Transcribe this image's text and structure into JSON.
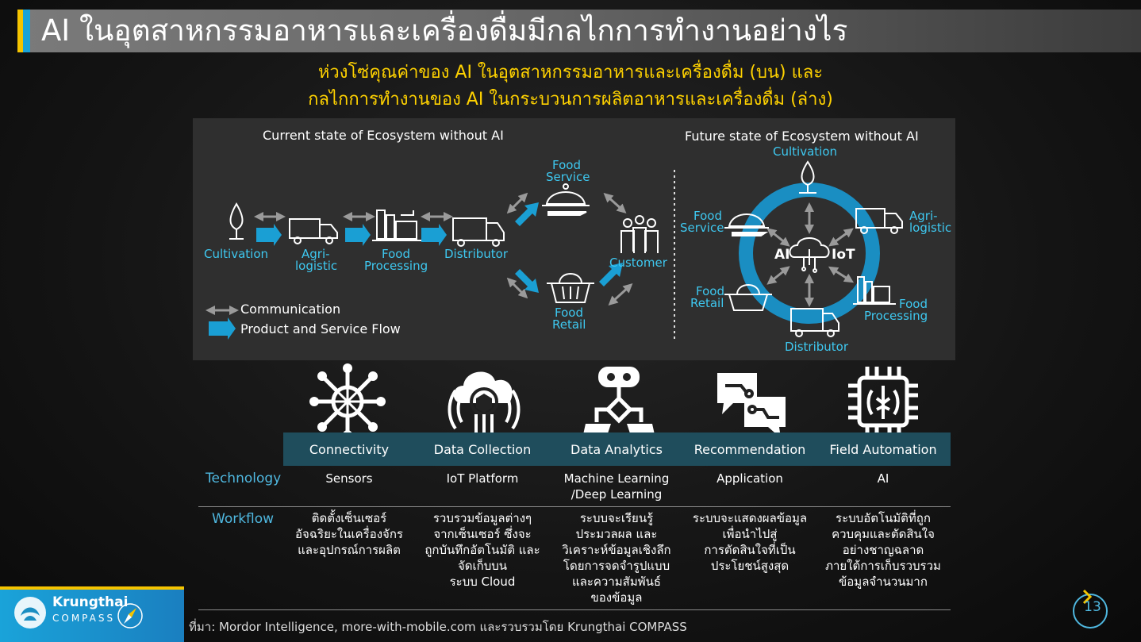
{
  "title": "AI ในอุตสาหกรรมอาหารและเครื่องดื่มมีกลไกการทำงานอย่างไร",
  "subtitle_line1": "ห่วงโซ่คุณค่าของ AI ในอุตสาหกรรมอาหารและเครื่องดื่ม (บน) และ",
  "subtitle_line2": "กลไกการทำงานของ AI ในกระบวนการผลิตอาหารและเครื่องดื่ม (ล่าง)",
  "diagram": {
    "current_heading": "Current state of Ecosystem without AI",
    "future_heading": "Future state of Ecosystem without AI",
    "current": {
      "cultivation": "Cultivation",
      "agri_logistic_1": "Agri-",
      "agri_logistic_2": "logistic",
      "food_processing_1": "Food",
      "food_processing_2": "Processing",
      "distributor": "Distributor",
      "food_service_1": "Food",
      "food_service_2": "Service",
      "customer": "Customer",
      "food_retail_1": "Food",
      "food_retail_2": "Retail"
    },
    "legend": {
      "communication": "Communication",
      "flow": "Product and Service Flow"
    },
    "future": {
      "cultivation": "Cultivation",
      "food_service_1": "Food",
      "food_service_2": "Service",
      "agri_logistic_1": "Agri-",
      "agri_logistic_2": "logistic",
      "ai": "AI",
      "iot": "IoT",
      "food_retail_1": "Food",
      "food_retail_2": "Retail",
      "food_processing_1": "Food",
      "food_processing_2": "Processing",
      "distributor": "Distributor"
    }
  },
  "technologies": [
    {
      "name": "Connectivity",
      "icon": "network-icon"
    },
    {
      "name": "Data Collection",
      "icon": "cloud-chip-icon"
    },
    {
      "name": "Data Analytics",
      "icon": "robot-flow-icon"
    },
    {
      "name": "Recommendation",
      "icon": "chat-icon"
    },
    {
      "name": "Field Automation",
      "icon": "brain-chip-icon"
    }
  ],
  "row_technology": {
    "label": "Technology",
    "values": [
      "Sensors",
      "IoT Platform",
      "Machine Learning\n/Deep Learning",
      "Application",
      "AI"
    ]
  },
  "row_workflow": {
    "label": "Workflow",
    "values": [
      "ติดตั้งเซ็นเซอร์\nอัจฉริยะในเครื่องจักร\nและอุปกรณ์การผลิต",
      "รวบรวมข้อมูลต่างๆ\nจากเซ็นเซอร์ ซึ่งจะ\nถูกบันทึกอัตโนมัติ และ\nจัดเก็บบน\nระบบ Cloud",
      "ระบบจะเรียนรู้\nประมวลผล และ\nวิเคราะห์ข้อมูลเชิงลึก\nโดยการจดจำรูปแบบ\nและความสัมพันธ์\nของข้อมูล",
      "ระบบจะแสดงผลข้อมูล\nเพื่อนำไปสู่\nการตัดสินใจที่เป็น\nประโยชน์สูงสุด",
      "ระบบอัตโนมัติที่ถูก\nควบคุมและตัดสินใจ\nอย่างชาญฉลาด\nภายใต้การเก็บรวบรวม\nข้อมูลจำนวนมาก"
    ]
  },
  "logo": {
    "line1": "Krungthai",
    "line2": "COMPASS"
  },
  "source": "ที่มา: Mordor Intelligence, more-with-mobile.com และรวบรวมโดย Krungthai COMPASS",
  "page_number": "13",
  "colors": {
    "accent_yellow": "#ffd200",
    "accent_blue": "#1aa3d9",
    "label_blue": "#3ec8f0",
    "band": "#1f4d5c"
  }
}
